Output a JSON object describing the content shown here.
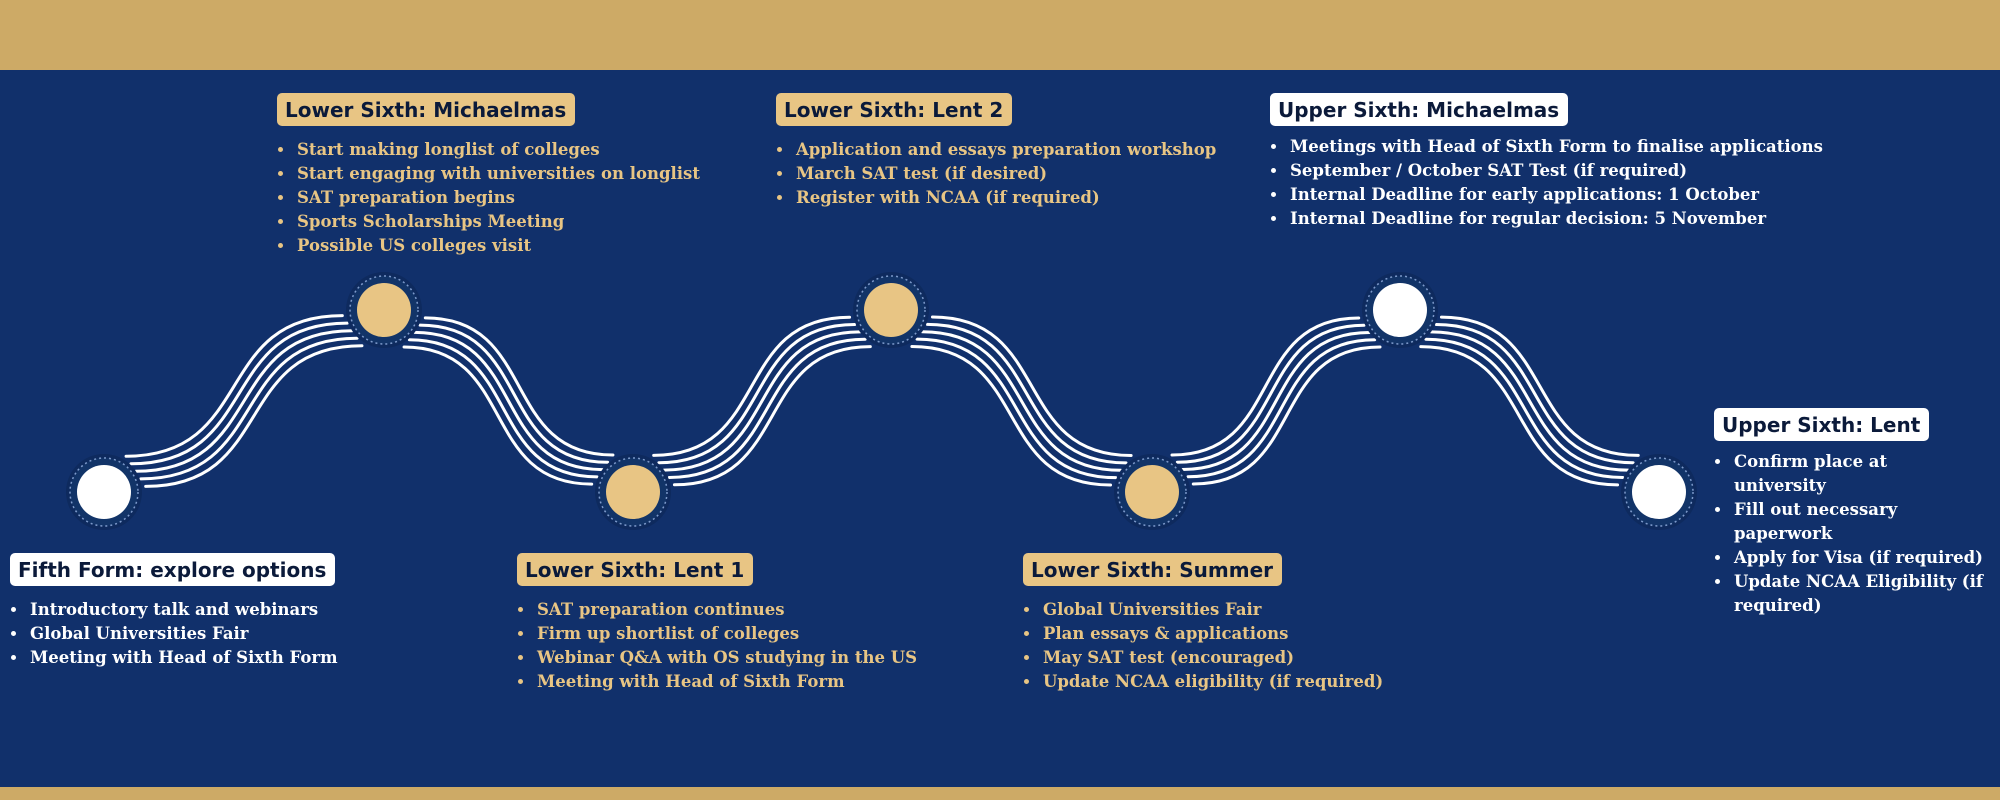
{
  "colors": {
    "background": "#11306b",
    "band": "#cdaa66",
    "gold": "#e8c584",
    "white": "#ffffff"
  },
  "timeline": [
    {
      "title": "Fifth Form: explore options",
      "style": "white",
      "items": [
        "Introductory talk and webinars",
        "Global Universities Fair",
        "Meeting with Head of Sixth Form"
      ]
    },
    {
      "title": "Lower Sixth: Michaelmas",
      "style": "gold",
      "items": [
        "Start making longlist of colleges",
        "Start engaging with universities on longlist",
        "SAT preparation begins",
        "Sports Scholarships Meeting",
        "Possible US colleges visit"
      ]
    },
    {
      "title": "Lower Sixth: Lent 1",
      "style": "gold",
      "items": [
        "SAT preparation continues",
        "Firm up shortlist of colleges",
        "Webinar Q&A with OS studying in the US",
        "Meeting with Head of Sixth Form"
      ]
    },
    {
      "title": "Lower Sixth: Lent 2",
      "style": "gold",
      "items": [
        "Application and essays preparation workshop",
        "March SAT test (if desired)",
        "Register with NCAA (if required)"
      ]
    },
    {
      "title": "Lower Sixth: Summer",
      "style": "gold",
      "items": [
        "Global Universities Fair",
        "Plan essays & applications",
        "May SAT test (encouraged)",
        "Update NCAA eligibility (if required)"
      ]
    },
    {
      "title": "Upper Sixth: Michaelmas",
      "style": "white",
      "items": [
        "Meetings with Head of Sixth Form to finalise applications",
        "September / October SAT Test (if required)",
        "Internal Deadline for early applications: 1 October",
        "Internal Deadline for regular decision: 5 November"
      ]
    },
    {
      "title": "Upper Sixth: Lent",
      "style": "white",
      "items": [
        "Confirm place at university",
        "Fill out necessary paperwork",
        "Apply for Visa (if required)",
        "Update NCAA Eligibility (if required)"
      ]
    }
  ]
}
